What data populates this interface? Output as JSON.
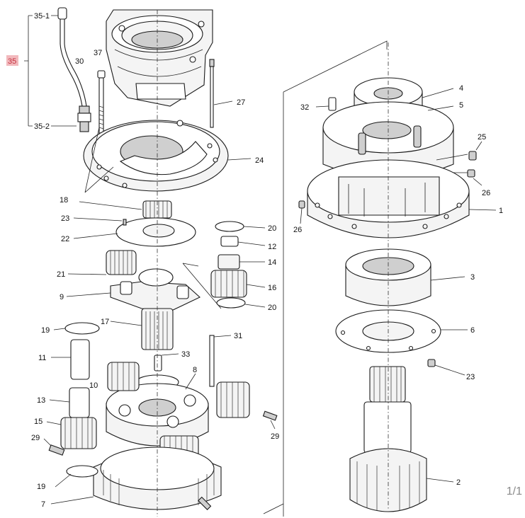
{
  "diagram": {
    "labels": {
      "l35_1": "35-1",
      "l35": "35",
      "l35_2": "35-2",
      "l30": "30",
      "l37": "37",
      "l27": "27",
      "l24": "24",
      "l18": "18",
      "l23a": "23",
      "l22": "22",
      "l20a": "20",
      "l12": "12",
      "l14": "14",
      "l21": "21",
      "l16": "16",
      "l9": "9",
      "l20b": "20",
      "l17": "17",
      "l19a": "19",
      "l31": "31",
      "l11": "11",
      "l33": "33",
      "l8": "8",
      "l10": "10",
      "l13": "13",
      "l15": "15",
      "l29a": "29",
      "l29b": "29",
      "l19b": "19",
      "l7": "7",
      "l32": "32",
      "l4": "4",
      "l5": "5",
      "l25": "25",
      "l26a": "26",
      "l1": "1",
      "l26b": "26",
      "l3": "3",
      "l6": "6",
      "l23b": "23",
      "l2": "2"
    },
    "highlight_color": "#e0606c"
  },
  "pagination": {
    "indicator": "1/1"
  }
}
